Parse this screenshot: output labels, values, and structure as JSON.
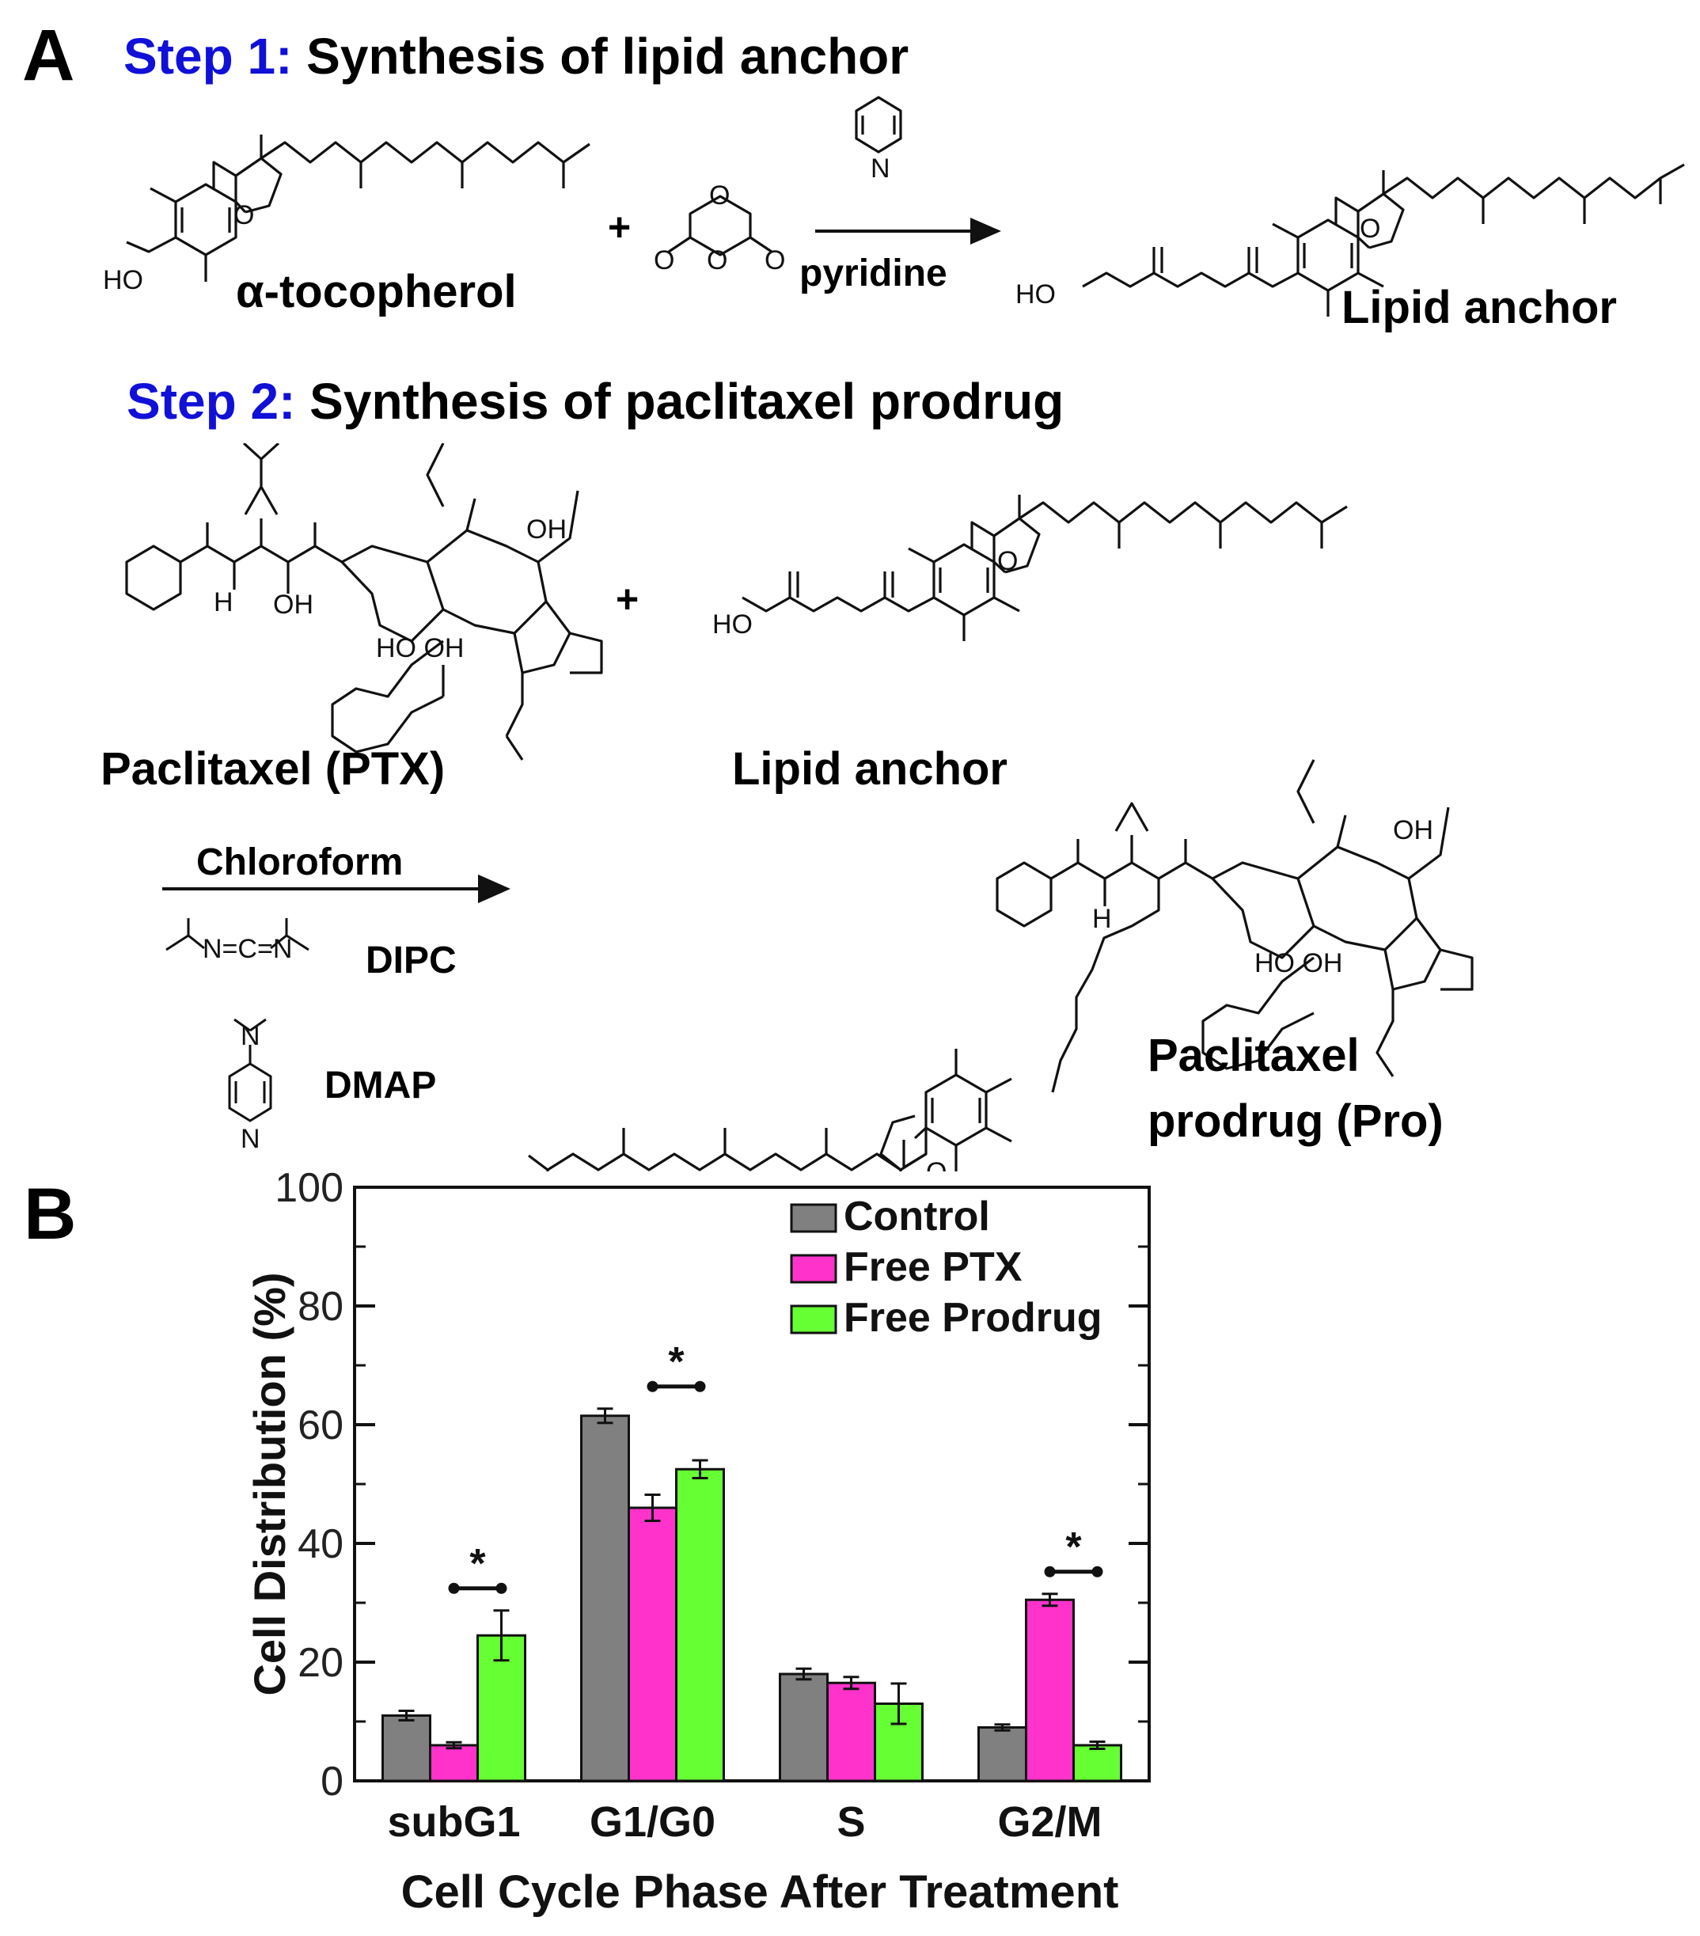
{
  "panel_a": {
    "letter": "A",
    "step1": {
      "num": "Step 1:",
      "title": "Synthesis of lipid anchor"
    },
    "step2": {
      "num": "Step 2:",
      "title": "Synthesis of paclitaxel prodrug"
    },
    "labels": {
      "tocopherol": "α-tocopherol",
      "pyridine": "pyridine",
      "lipid_anchor_1": "Lipid anchor",
      "paclitaxel": "Paclitaxel (PTX)",
      "lipid_anchor_2": "Lipid anchor",
      "chloroform": "Chloroform",
      "dipc": "DIPC",
      "dmap": "DMAP",
      "prodrug_line1": "Paclitaxel",
      "prodrug_line2": "prodrug (Pro)",
      "plus": "+",
      "atoms": {
        "ho": "HO",
        "o": "O",
        "n": "N",
        "h": "H",
        "oh": "OH",
        "ho_oh": "HO OH"
      }
    }
  },
  "panel_b": {
    "letter": "B",
    "chart_data": {
      "type": "bar",
      "categories": [
        "subG1",
        "G1/G0",
        "S",
        "G2/M"
      ],
      "series": [
        {
          "name": "Control",
          "color": "#808080",
          "values": [
            11,
            61.5,
            18,
            9
          ],
          "errors": [
            0.8,
            1.2,
            0.9,
            0.5
          ]
        },
        {
          "name": "Free PTX",
          "color": "#ff33cc",
          "values": [
            6,
            46,
            16.5,
            30.5
          ],
          "errors": [
            0.5,
            2.2,
            1.0,
            1.0
          ]
        },
        {
          "name": "Free Prodrug",
          "color": "#66ff33",
          "values": [
            24.5,
            52.5,
            13,
            6
          ],
          "errors": [
            4.2,
            1.5,
            3.4,
            0.6
          ]
        }
      ],
      "ylabel": "Cell Distribution (%)",
      "xlabel_line1": "Cell Cycle Phase After Treatment",
      "ylim": [
        0,
        100
      ],
      "yticks": [
        0,
        20,
        40,
        60,
        80,
        100
      ],
      "legend_position": "top-right",
      "significance": [
        {
          "category": "subG1",
          "marker": "*"
        },
        {
          "category": "G1/G0",
          "marker": "*"
        },
        {
          "category": "G2/M",
          "marker": "*"
        }
      ]
    }
  }
}
